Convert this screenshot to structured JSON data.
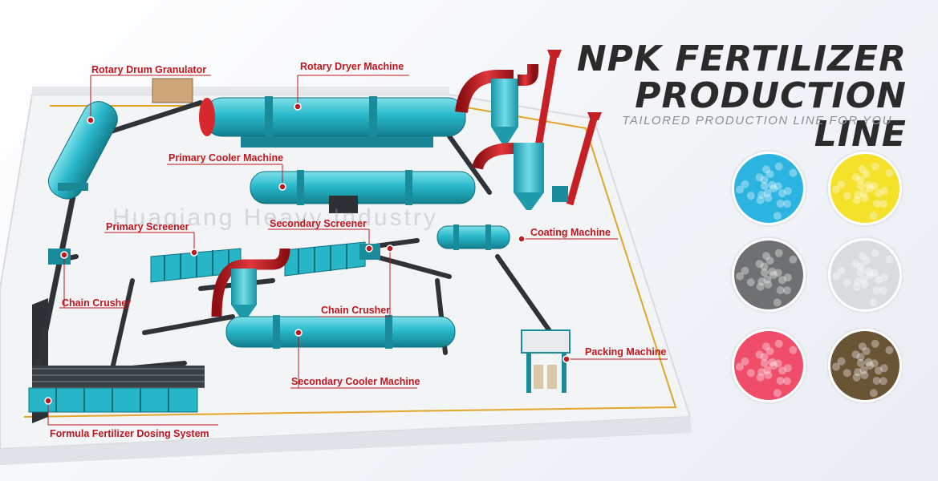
{
  "title_line1": "NPK FERTILIZER",
  "title_line2": "PRODUCTION LINE",
  "subtitle": "TAILORED PRODUCTION LINE FOR YOU",
  "watermark": "Huaqiang Heavy Industry",
  "colors": {
    "machine": "#26b6c8",
    "pipe": "#c62027",
    "label": "#c0161d",
    "floor": "#f4f5f7",
    "edge": "#e2a52a",
    "conveyor": "#2f3338"
  },
  "labels": {
    "rotary_drum_granulator": "Rotary Drum Granulator",
    "rotary_dryer": "Rotary  Dryer Machine",
    "primary_cooler": "Primary  Cooler Machine",
    "secondary_screener": "Secondary Screener",
    "primary_screener": "Primary   Screener",
    "coating_machine": "Coating Machine",
    "chain_crusher_left": "Chain Crusher",
    "chain_crusher_right": "Chain Crusher",
    "packing_machine": "Packing Machine",
    "secondary_cooler": "Secondary Cooler Machine",
    "dosing_system": "Formula Fertilizer Dosing System"
  },
  "samples": [
    {
      "name": "blue-granules",
      "color": "#2bb4e0"
    },
    {
      "name": "yellow-granules",
      "color": "#f4e12a"
    },
    {
      "name": "gray-granules",
      "color": "#6e7072"
    },
    {
      "name": "white-gray-granules",
      "color": "#d9dcdf"
    },
    {
      "name": "pink-granules",
      "color": "#ef4d6a"
    },
    {
      "name": "brown-granules",
      "color": "#6a5436"
    }
  ]
}
